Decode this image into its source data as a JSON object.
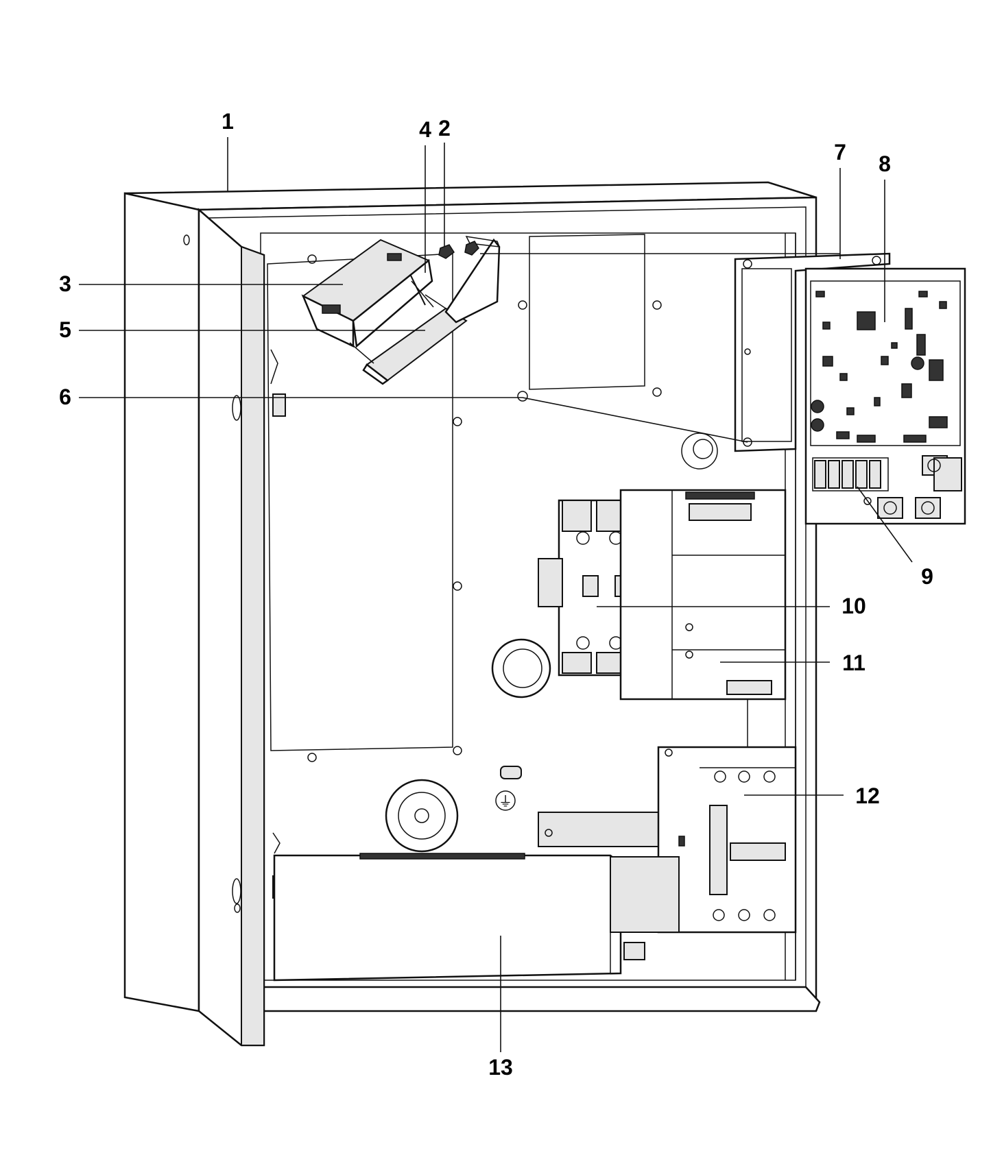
{
  "callouts": [
    {
      "id": "1",
      "label": "1"
    },
    {
      "id": "2",
      "label": "2"
    },
    {
      "id": "3",
      "label": "3"
    },
    {
      "id": "4",
      "label": "4"
    },
    {
      "id": "5",
      "label": "5"
    },
    {
      "id": "6",
      "label": "6"
    },
    {
      "id": "7",
      "label": "7"
    },
    {
      "id": "8",
      "label": "8"
    },
    {
      "id": "9",
      "label": "9"
    },
    {
      "id": "10",
      "label": "10"
    },
    {
      "id": "11",
      "label": "11"
    },
    {
      "id": "12",
      "label": "12"
    },
    {
      "id": "13",
      "label": "13"
    }
  ],
  "ground_symbol": "⏚"
}
